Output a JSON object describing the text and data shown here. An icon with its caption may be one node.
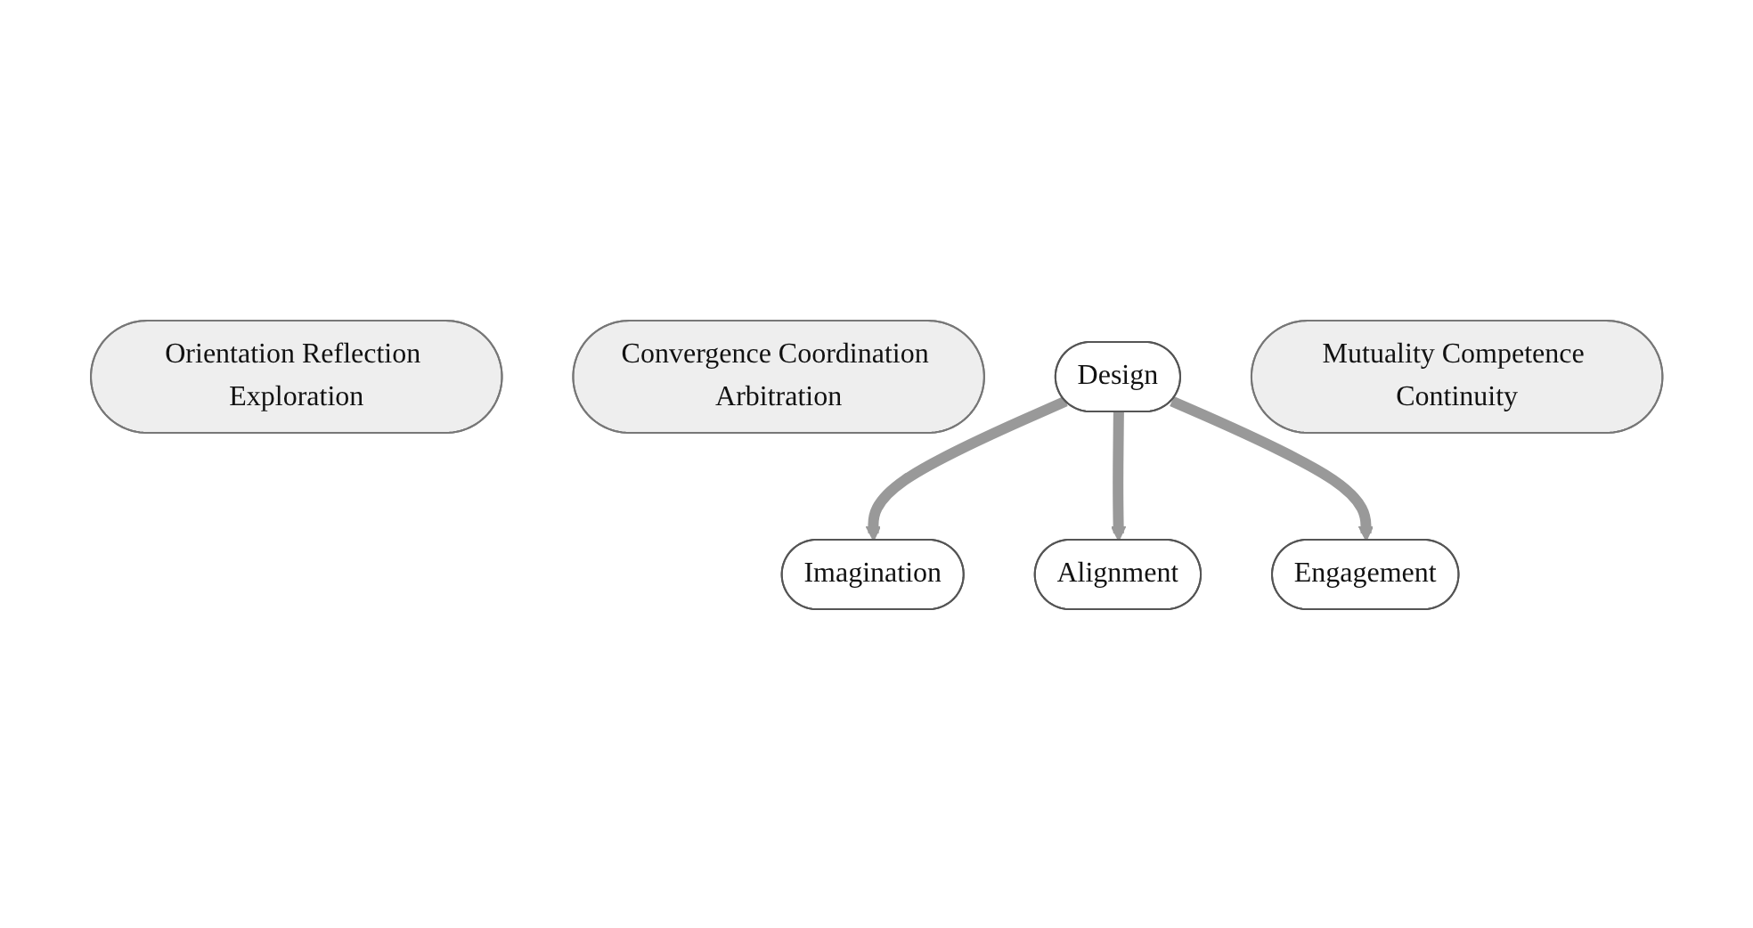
{
  "diagram": {
    "nodes": [
      {
        "text": [
          "Imagination"
        ]
      },
      {
        "text": [
          "Orientation Reflection Exploration"
        ]
      },
      {
        "text": [
          "Alignment"
        ]
      },
      {
        "text": [
          "Convergence Coordination Arbitration"
        ]
      },
      {
        "text": [
          "Design"
        ]
      },
      {
        "text": [
          "Engagement"
        ]
      },
      {
        "text": [
          "Mutuality Competence Continuity"
        ]
      }
    ],
    "edges": [
      {
        "from": 4,
        "to": 0,
        "arrow": "to"
      },
      {
        "from": 4,
        "to": 2,
        "arrow": "to"
      },
      {
        "from": 4,
        "to": 5,
        "arrow": "to"
      }
    ]
  }
}
